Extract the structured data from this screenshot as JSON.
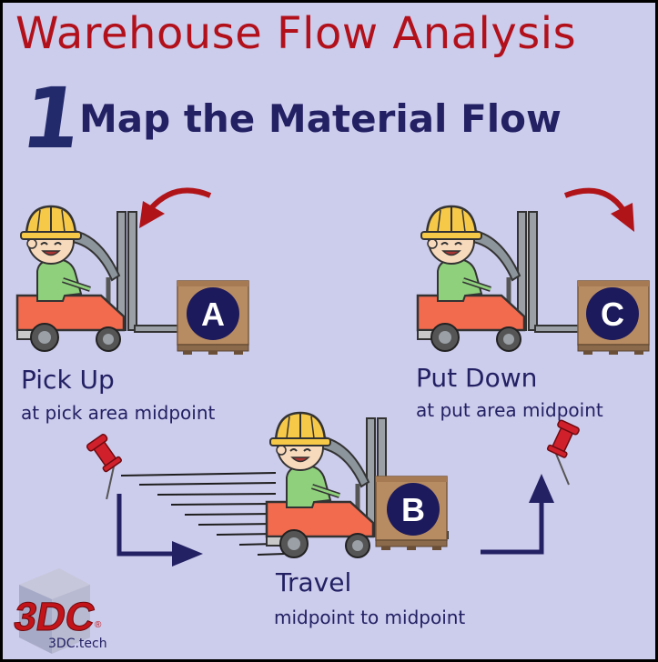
{
  "title": "Warehouse Flow Analysis",
  "step": {
    "number": "1",
    "heading": "Map the Material Flow"
  },
  "stages": [
    {
      "letter": "A",
      "label": "Pick Up",
      "sublabel": "at pick area midpoint"
    },
    {
      "letter": "B",
      "label": "Travel",
      "sublabel": "midpoint to midpoint"
    },
    {
      "letter": "C",
      "label": "Put Down",
      "sublabel": "at put area midpoint"
    }
  ],
  "logo": {
    "mark": "3DC",
    "registered": "®",
    "caption": "3DC.tech"
  },
  "colors": {
    "background": "#ccccec",
    "title": "#b2111b",
    "navy": "#232063",
    "arrow_red": "#b01418",
    "box": "#b88c63",
    "pin": "#d0202c"
  }
}
